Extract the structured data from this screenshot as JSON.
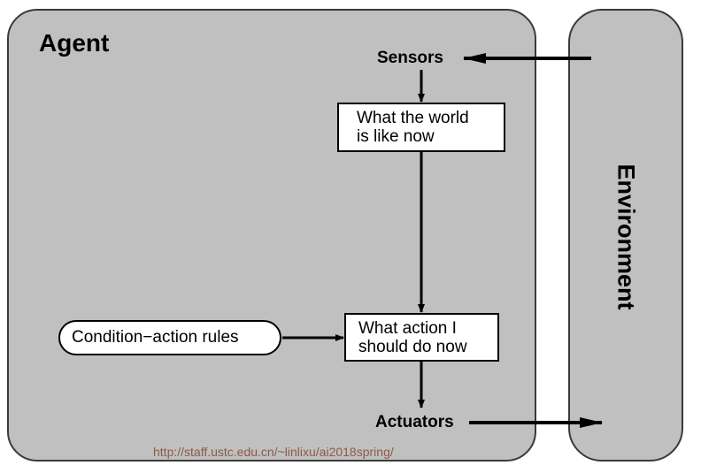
{
  "agent": {
    "title": "Agent"
  },
  "environment": {
    "title": "Environment"
  },
  "components": {
    "sensors": "Sensors",
    "actuators": "Actuators",
    "world_state": {
      "line1": "What the world",
      "line2": "is like now"
    },
    "action": {
      "line1": "What action I",
      "line2": "should do now"
    },
    "rules": "Condition−action rules"
  },
  "footer": {
    "url": "http://staff.ustc.edu.cn/~linlixu/ai2018spring/"
  }
}
